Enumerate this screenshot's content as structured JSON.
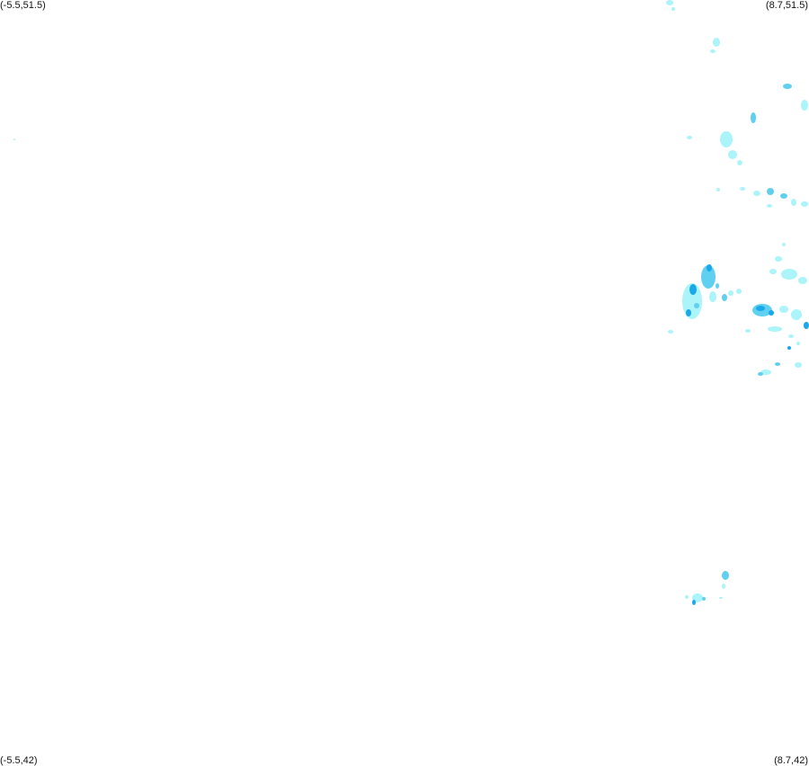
{
  "map": {
    "corners": {
      "top_left": "(-5.5,51.5)",
      "top_right": "(8.7,51.5)",
      "bottom_left": "(-5.5,42)",
      "bottom_right": "(8.7,42)"
    },
    "palette": {
      "light": "#aaf4fa",
      "medium": "#5fd0f0",
      "strong": "#1aa8e8",
      "heavy": "#0a7fd6"
    }
  }
}
